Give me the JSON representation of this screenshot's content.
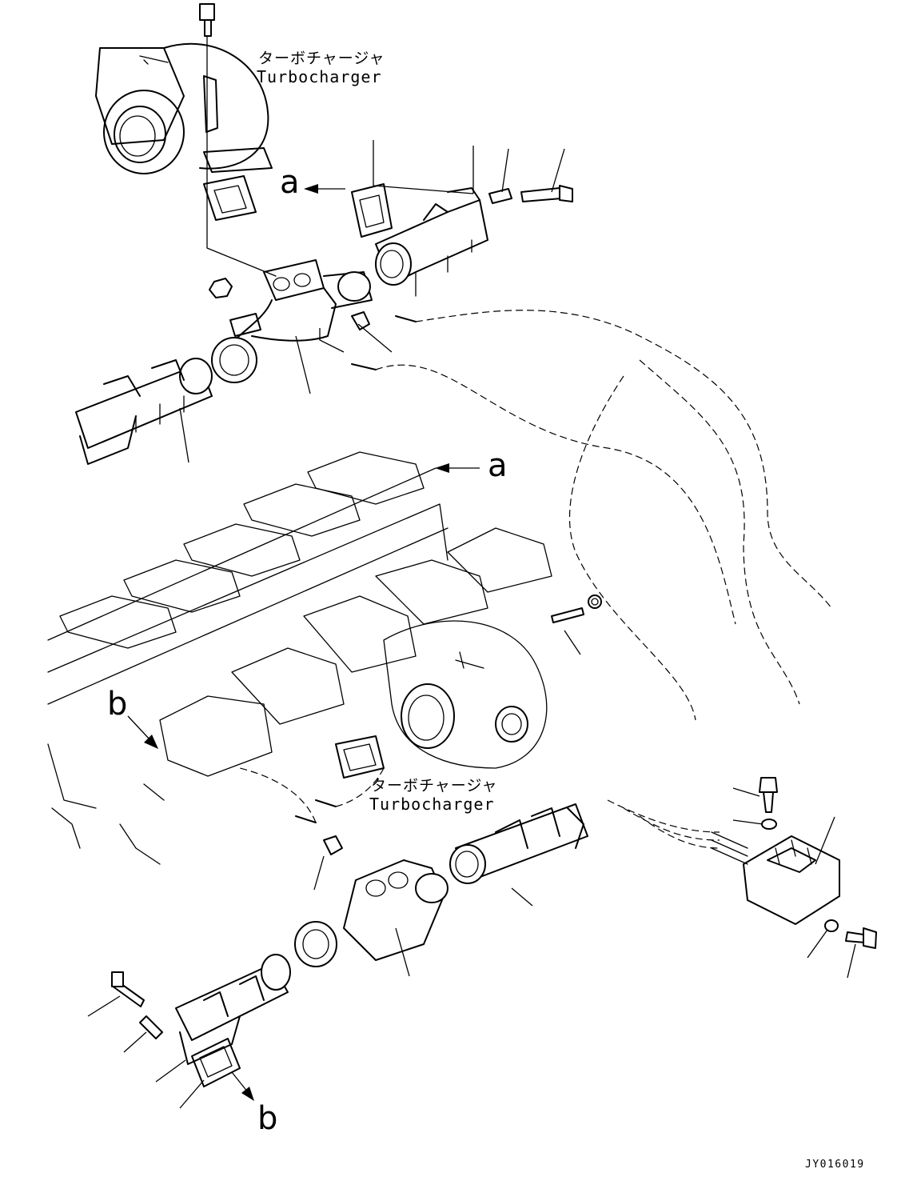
{
  "labels": {
    "turbocharger_top_jp": "ターボチャージャ",
    "turbocharger_top_en": "Turbocharger",
    "turbocharger_mid_jp": "ターボチャージャ",
    "turbocharger_mid_en": "Turbocharger"
  },
  "reference_marks": {
    "a_upper": "a",
    "a_lower": "a",
    "b_upper": "b",
    "b_lower": "b"
  },
  "drawing_code": "JY016019"
}
